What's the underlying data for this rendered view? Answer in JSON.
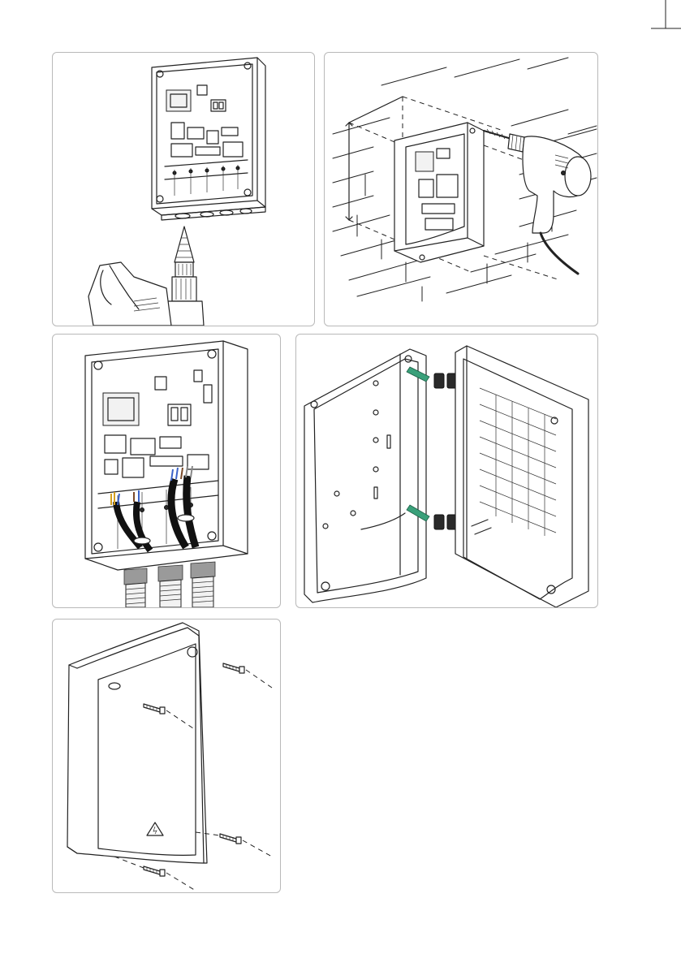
{
  "document": {
    "type": "installation-instructions",
    "panels": [
      {
        "id": "step-drill-cable-holes",
        "icon": "step-drill-icon"
      },
      {
        "id": "step-wall-drilling",
        "icon": "power-drill-icon"
      },
      {
        "id": "step-cable-glands",
        "icon": "cable-gland-icon"
      },
      {
        "id": "step-cover-hinges",
        "icon": "hinge-icon"
      },
      {
        "id": "step-cover-screws",
        "icon": "screw-icon"
      }
    ]
  },
  "colors": {
    "line": "#222222",
    "panel_border": "#b9b9b9",
    "hinge_green": "#3aa07a"
  }
}
